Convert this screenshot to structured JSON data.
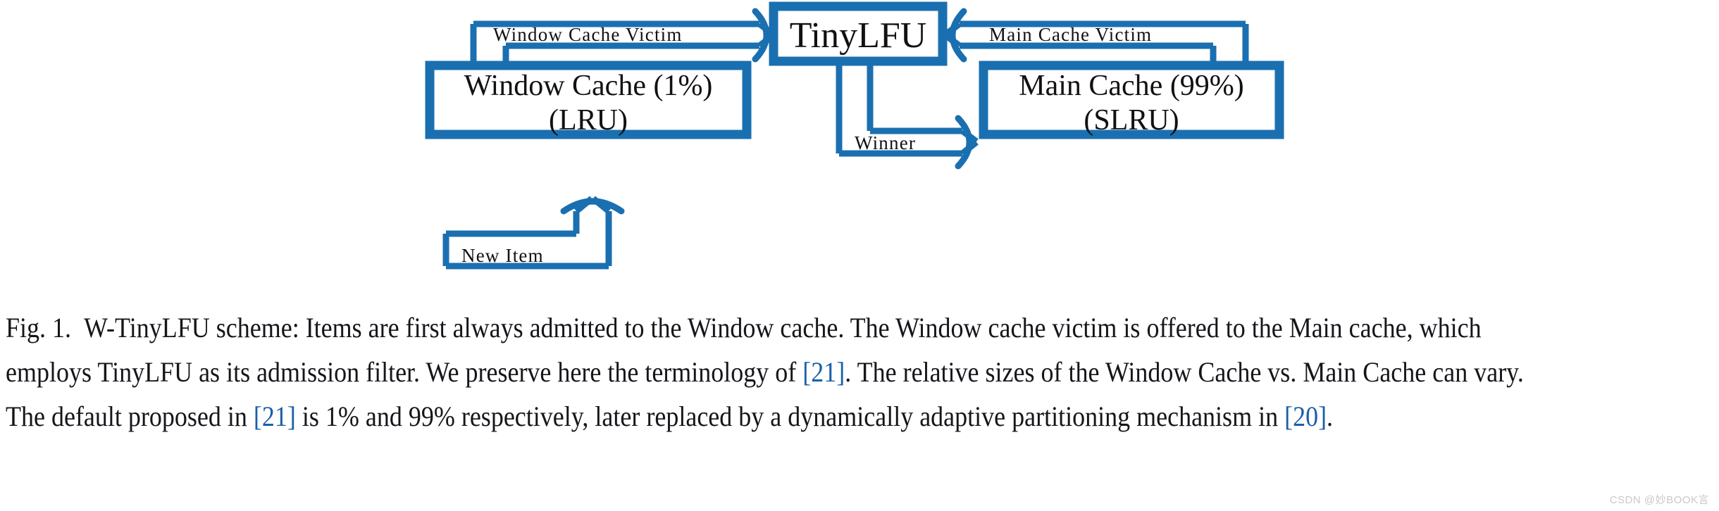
{
  "figure": {
    "boxes": {
      "tinylfu": {
        "label": "TinyLFU"
      },
      "window_cache": {
        "line1": "Window Cache (1%)",
        "line2": "(LRU)"
      },
      "main_cache": {
        "line1": "Main Cache (99%)",
        "line2": "(SLRU)"
      }
    },
    "arrow_labels": {
      "window_cache_victim": "Window Cache Victim",
      "main_cache_victim": "Main Cache Victim",
      "winner": "Winner",
      "new_item": "New Item"
    },
    "colors": {
      "accent": "#1a6fb0",
      "box_fill": "#ffffff",
      "text": "#111111"
    }
  },
  "caption": {
    "prefix": "Fig. 1.",
    "part1": "W-TinyLFU scheme: Items are first always admitted to the Window cache. The Window cache victim is offered to the Main cache, which employs TinyLFU as its admission filter. We preserve here the terminology of ",
    "cite1": "[21]",
    "part2": ". The relative sizes of the Window Cache vs. Main Cache can vary. The default proposed in ",
    "cite2": "[21]",
    "part3": " is 1% and 99% respectively, later replaced by a dynamically adaptive partitioning mechanism in ",
    "cite3": "[20]",
    "part4": "."
  },
  "watermark": {
    "text": "CSDN @妙BOOK言"
  }
}
